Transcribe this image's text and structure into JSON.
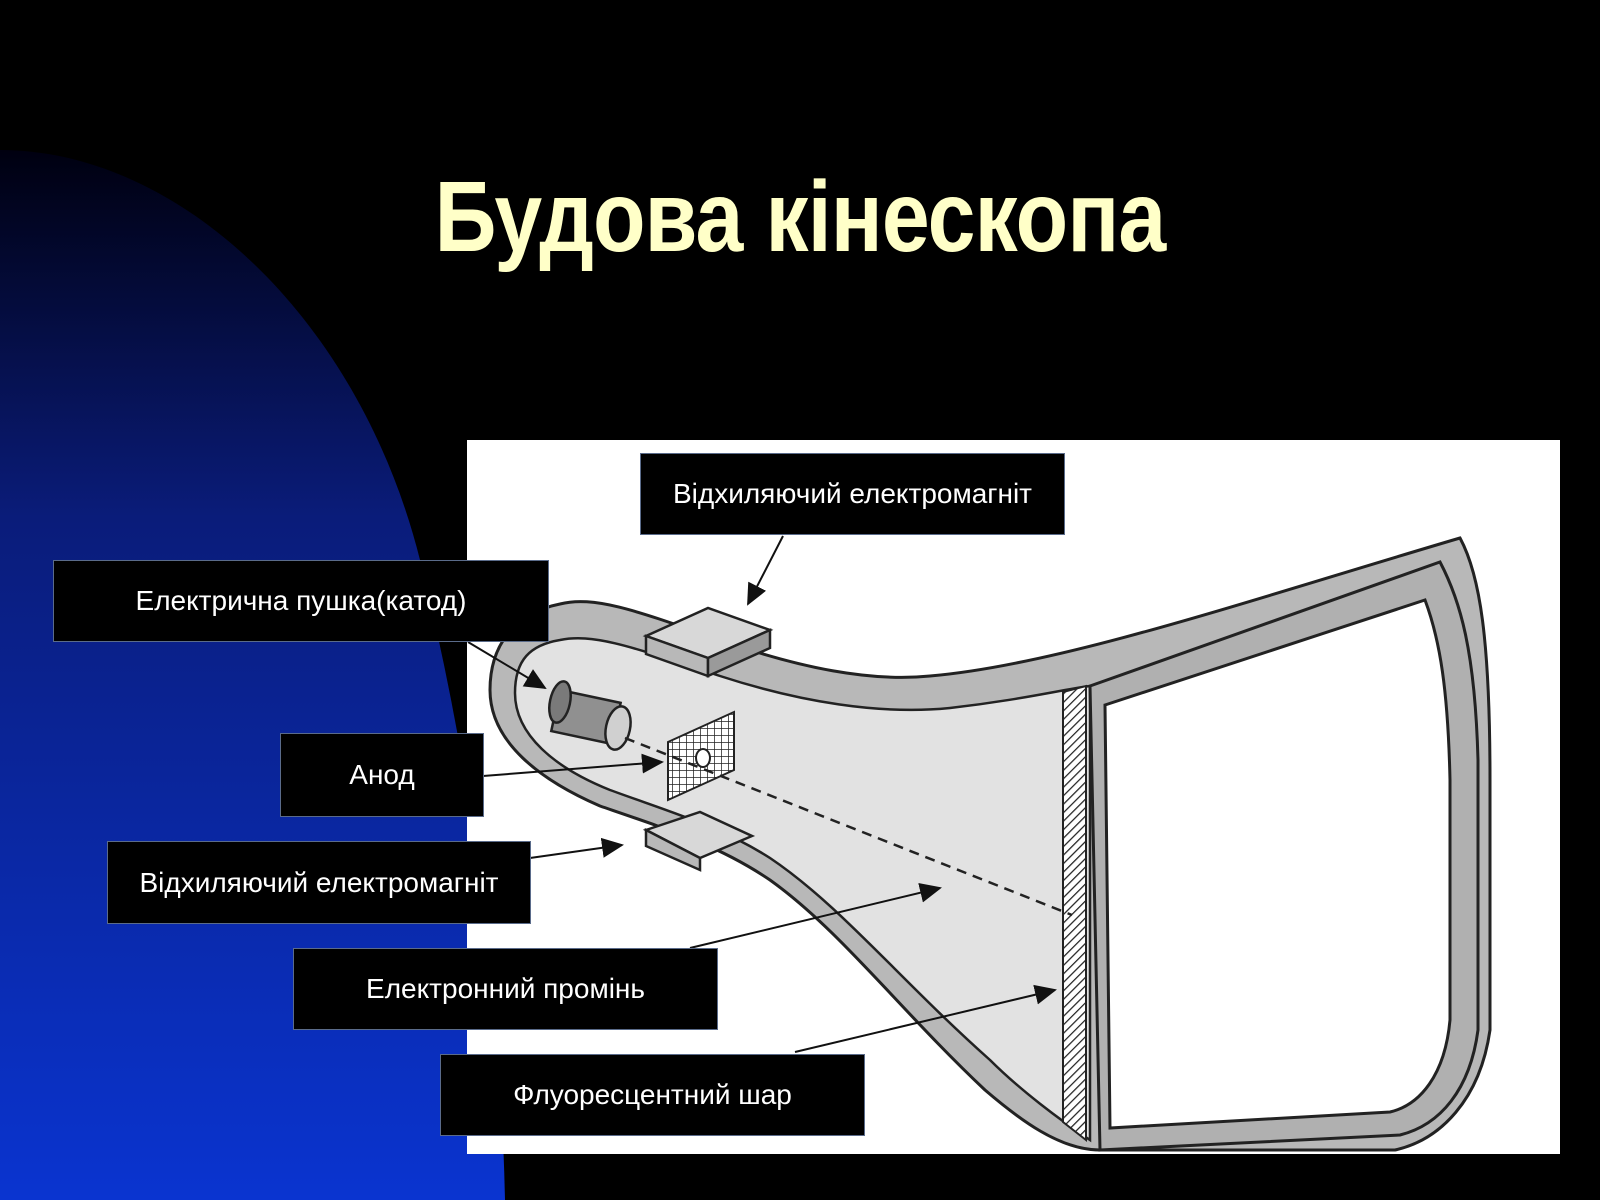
{
  "slide": {
    "title": "Будова кінескопа",
    "colors": {
      "background": "#000000",
      "accent_blue": "#0a2ec8",
      "title_color": "#ffffc8",
      "label_bg": "#000000",
      "label_text": "#ffffff"
    }
  },
  "labels": {
    "deflecting_magnet_top": "Відхиляючий електромагніт",
    "electron_gun": "Електрична пушка(катод)",
    "anode": "Анод",
    "deflecting_magnet_bottom": "Відхиляючий електромагніт",
    "electron_beam": "Електронний промінь",
    "fluorescent_layer": "Флуоресцентний шар"
  }
}
